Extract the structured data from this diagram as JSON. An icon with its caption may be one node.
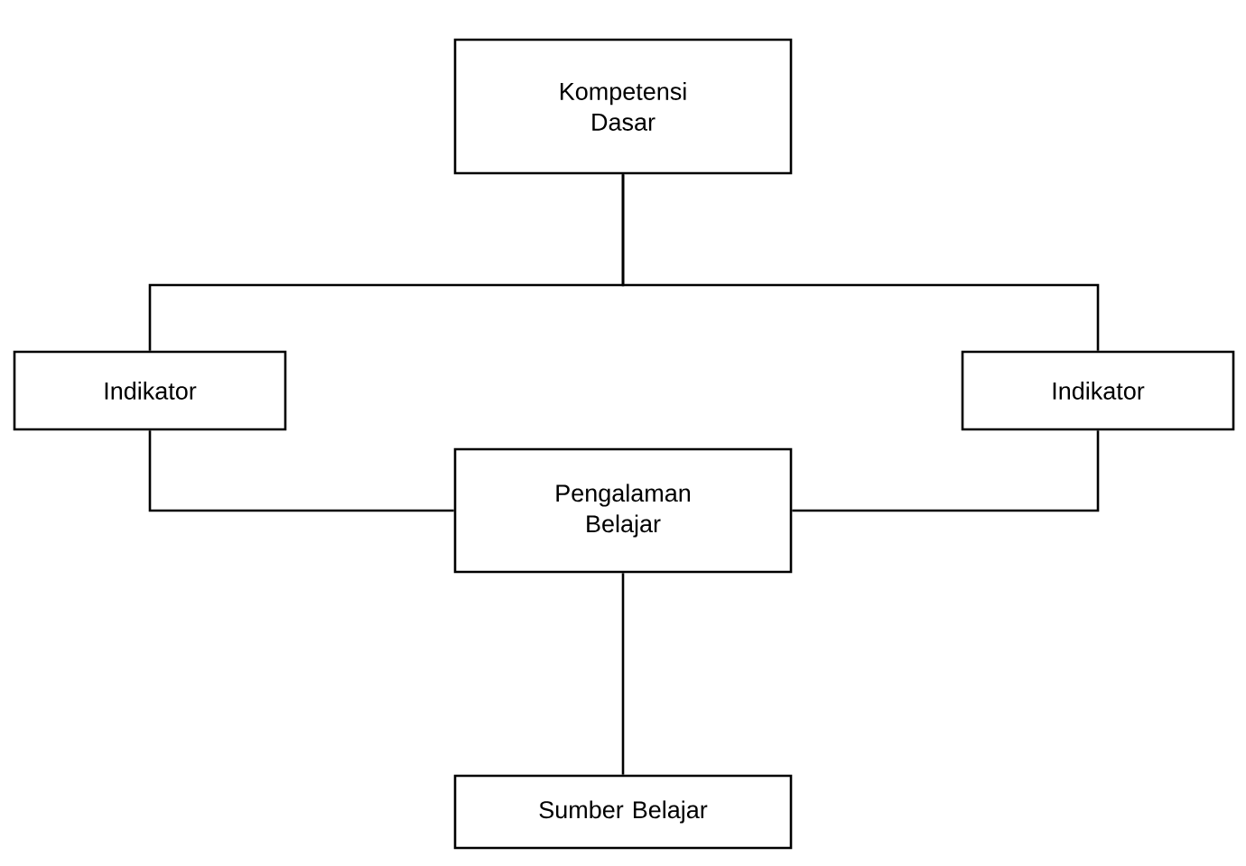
{
  "diagram": {
    "nodes": [
      {
        "text": [
          "Kompetensi Dasar"
        ]
      },
      {
        "text": [
          "Indikator"
        ]
      },
      {
        "text": [
          "Indikator"
        ]
      },
      {
        "text": [
          "Pengalaman Belajar"
        ]
      },
      {
        "text": [
          "Sumber Belajar"
        ]
      }
    ],
    "edges": [
      {
        "from": 0,
        "to": 1,
        "arrow": "none"
      },
      {
        "from": 0,
        "to": 2,
        "arrow": "none"
      },
      {
        "from": 1,
        "to": 3,
        "arrow": "none"
      },
      {
        "from": 2,
        "to": 3,
        "arrow": "none"
      },
      {
        "from": 3,
        "to": 4,
        "arrow": "none"
      }
    ]
  }
}
